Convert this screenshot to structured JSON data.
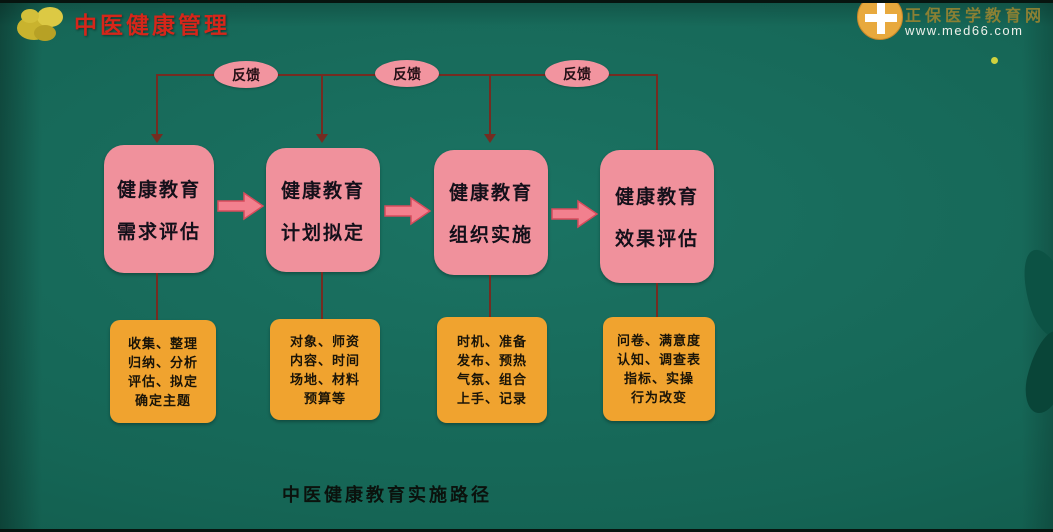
{
  "header": {
    "title": "中医健康管理",
    "title_icon": "ginger-icon",
    "brand": "正保医学教育网",
    "brand_icon": "gold-cross-badge-icon",
    "url": "www.med66.com"
  },
  "diagram": {
    "feedback_labels": [
      "反馈",
      "反馈",
      "反馈"
    ],
    "stages": [
      {
        "title": [
          "健康教育",
          "需求评估"
        ],
        "details": [
          "收集、整理",
          "归纳、分析",
          "评估、拟定",
          "确定主题"
        ]
      },
      {
        "title": [
          "健康教育",
          "计划拟定"
        ],
        "details": [
          "对象、师资",
          "内容、时间",
          "场地、材料",
          "预算等"
        ]
      },
      {
        "title": [
          "健康教育",
          "组织实施"
        ],
        "details": [
          "时机、准备",
          "发布、预热",
          "气氛、组合",
          "上手、记录"
        ]
      },
      {
        "title": [
          "健康教育",
          "效果评估"
        ],
        "details": [
          "问卷、满意度",
          "认知、调查表",
          "指标、实操",
          "行为改变"
        ]
      }
    ],
    "caption": "中医健康教育实施路径"
  },
  "colors": {
    "background": "#156555",
    "stage_box": "#f0919c",
    "detail_box": "#f0a32f",
    "connector": "#742c21",
    "arrow_fill": "#f2808e",
    "arrow_stroke": "#d84b5c",
    "title_red": "#d6261a",
    "brand_gold": "#8a8034"
  }
}
